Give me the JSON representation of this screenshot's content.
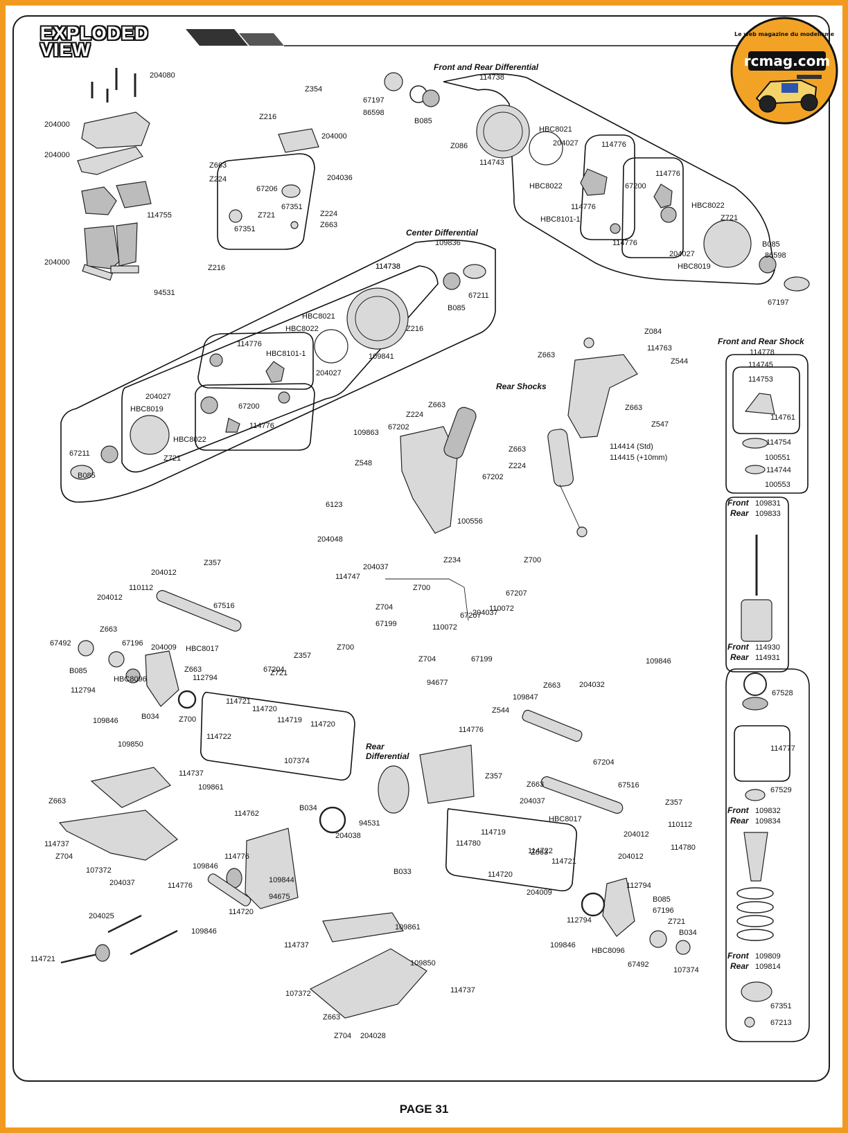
{
  "header": {
    "title_line1": "EXPLODED",
    "title_line2": "VIEW"
  },
  "logo": {
    "brand": "rcmag.com",
    "tagline": "Le web magazine du modelisme"
  },
  "footer": {
    "page_label": "PAGE 31"
  },
  "groups": {
    "front_rear_diff": {
      "title": "Front and Rear Differential",
      "number": "114738"
    },
    "center_diff": {
      "title": "Center Differential",
      "number": "109836",
      "inner_number": "114738"
    },
    "rear_shocks": {
      "title": "Rear Shocks"
    },
    "front_rear_shock": {
      "title": "Front and Rear Shock",
      "number": "114778"
    },
    "rear_diff": {
      "title_line1": "Rear",
      "title_line2": "Differential"
    }
  },
  "shock_column": {
    "shaft_front_label": "Front",
    "shaft_front_num": "109831",
    "shaft_rear_label": "Rear",
    "shaft_rear_num": "109833",
    "body_front_label": "Front",
    "body_front_num": "114930",
    "body_rear_label": "Rear",
    "body_rear_num": "114931",
    "cap_front_label": "Front",
    "cap_front_num": "109832",
    "cap_rear_label": "Rear",
    "cap_rear_num": "109834",
    "spring_front_label": "Front",
    "spring_front_num": "109809",
    "spring_rear_label": "Rear",
    "spring_rear_num": "109814"
  },
  "labels": [
    "204080",
    "204000",
    "204000",
    "114755",
    "204000",
    "94531",
    "Z354",
    "Z216",
    "204000",
    "Z663",
    "Z224",
    "204036",
    "67206",
    "Z721",
    "67351",
    "67351",
    "Z224",
    "Z663",
    "Z216",
    "67197",
    "86598",
    "B085",
    "Z086",
    "114743",
    "HBC8021",
    "204027",
    "HBC8022",
    "114776",
    "114776",
    "67200",
    "114776",
    "HBC8101-1",
    "114776",
    "HBC8022",
    "Z721",
    "204027",
    "HBC8019",
    "B085",
    "86598",
    "67197",
    "114738",
    "67211",
    "B085",
    "Z216",
    "HBC8021",
    "HBC8022",
    "HBC8101-1",
    "114776",
    "109841",
    "204027",
    "67200",
    "204027",
    "HBC8019",
    "114776",
    "HBC8022",
    "Z721",
    "67211",
    "B085",
    "Z084",
    "Z663",
    "114763",
    "Z544",
    "Z663",
    "Z547",
    "114414 (Std)",
    "114415 (+10mm)",
    "Z663",
    "Z224",
    "67202",
    "109863",
    "Z548",
    "Z663",
    "Z224",
    "67202",
    "100556",
    "6123",
    "204048",
    "114745",
    "114753",
    "114761",
    "114754",
    "100551",
    "114744",
    "100553",
    "67528",
    "114777",
    "67529",
    "67351",
    "67213",
    "Z357",
    "204012",
    "204012",
    "110112",
    "67516",
    "Z663",
    "67492",
    "67196",
    "204009",
    "HBC8017",
    "Z357",
    "67204",
    "Z663",
    "Z721",
    "B085",
    "HBC8096",
    "112794",
    "112794",
    "109846",
    "B034",
    "Z700",
    "204037",
    "Z234",
    "Z700",
    "67207",
    "114747",
    "Z700",
    "204037",
    "110072",
    "Z704",
    "67199",
    "Z700",
    "67207",
    "110072",
    "Z704",
    "67199",
    "94677",
    "109846",
    "Z663",
    "204032",
    "109847",
    "Z544",
    "114776",
    "Z357",
    "67204",
    "Z663",
    "204037",
    "67516",
    "HBC8017",
    "Z357",
    "110112",
    "204012",
    "Z663",
    "204012",
    "114780",
    "114721",
    "114720",
    "114719",
    "114720",
    "114722",
    "107374",
    "109850",
    "114737",
    "109861",
    "Z663",
    "114737",
    "Z704",
    "107372",
    "204037",
    "114762",
    "B034",
    "204038",
    "94531",
    "B033",
    "114776",
    "109846",
    "109844",
    "114776",
    "94675",
    "109846",
    "114720",
    "114719",
    "114722",
    "114780",
    "114721",
    "114720",
    "204009",
    "112794",
    "B085",
    "67196",
    "Z721",
    "B034",
    "112794",
    "109846",
    "HBC8096",
    "67492",
    "107374",
    "109861",
    "114737",
    "109850",
    "114737",
    "107372",
    "Z663",
    "Z704",
    "204028",
    "204025",
    "114721"
  ]
}
